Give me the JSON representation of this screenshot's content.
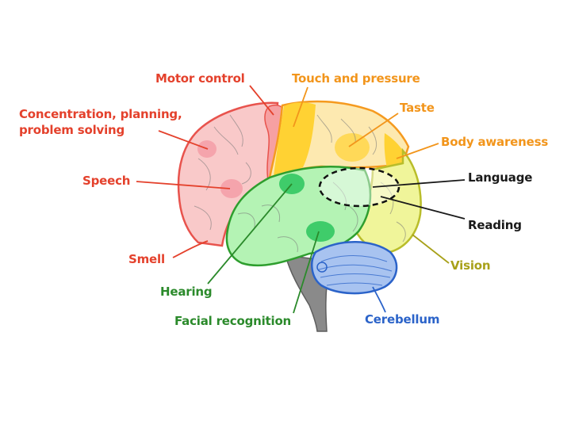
{
  "labels": {
    "motor": "Motor control",
    "touch": "Touch and pressure",
    "concentration_line1": "Concentration, planning,",
    "concentration_line2": "problem solving",
    "taste": "Taste",
    "body": "Body awareness",
    "language": "Language",
    "speech": "Speech",
    "reading": "Reading",
    "smell": "Smell",
    "vision": "Vision",
    "hearing": "Hearing",
    "facial": "Facial recognition",
    "cerebellum": "Cerebellum"
  },
  "colors": {
    "frontal_lobe": "#f9c9c9",
    "frontal_outline": "#e8534d",
    "motor_strip": "#f6a0a2",
    "parietal_yellow": "#ffd233",
    "parietal_light": "#fde9b0",
    "parietal_outline": "#f59a1f",
    "occipital": "#f0f59a",
    "occipital_outline": "#b9bd2a",
    "temporal": "#b4f3b4",
    "temporal_outline": "#2e9e2e",
    "temporal_spot": "#3fcc6a",
    "cerebellum": "#a8c3f0",
    "cerebellum_outline": "#2b63c9",
    "brainstem": "#8a8a8a",
    "label_red": "#e4412c",
    "label_orange": "#f2951b",
    "label_black": "#1a1a1a",
    "label_green": "#2b8a2b",
    "label_olive": "#a8a11a",
    "label_blue": "#2b63c9"
  }
}
